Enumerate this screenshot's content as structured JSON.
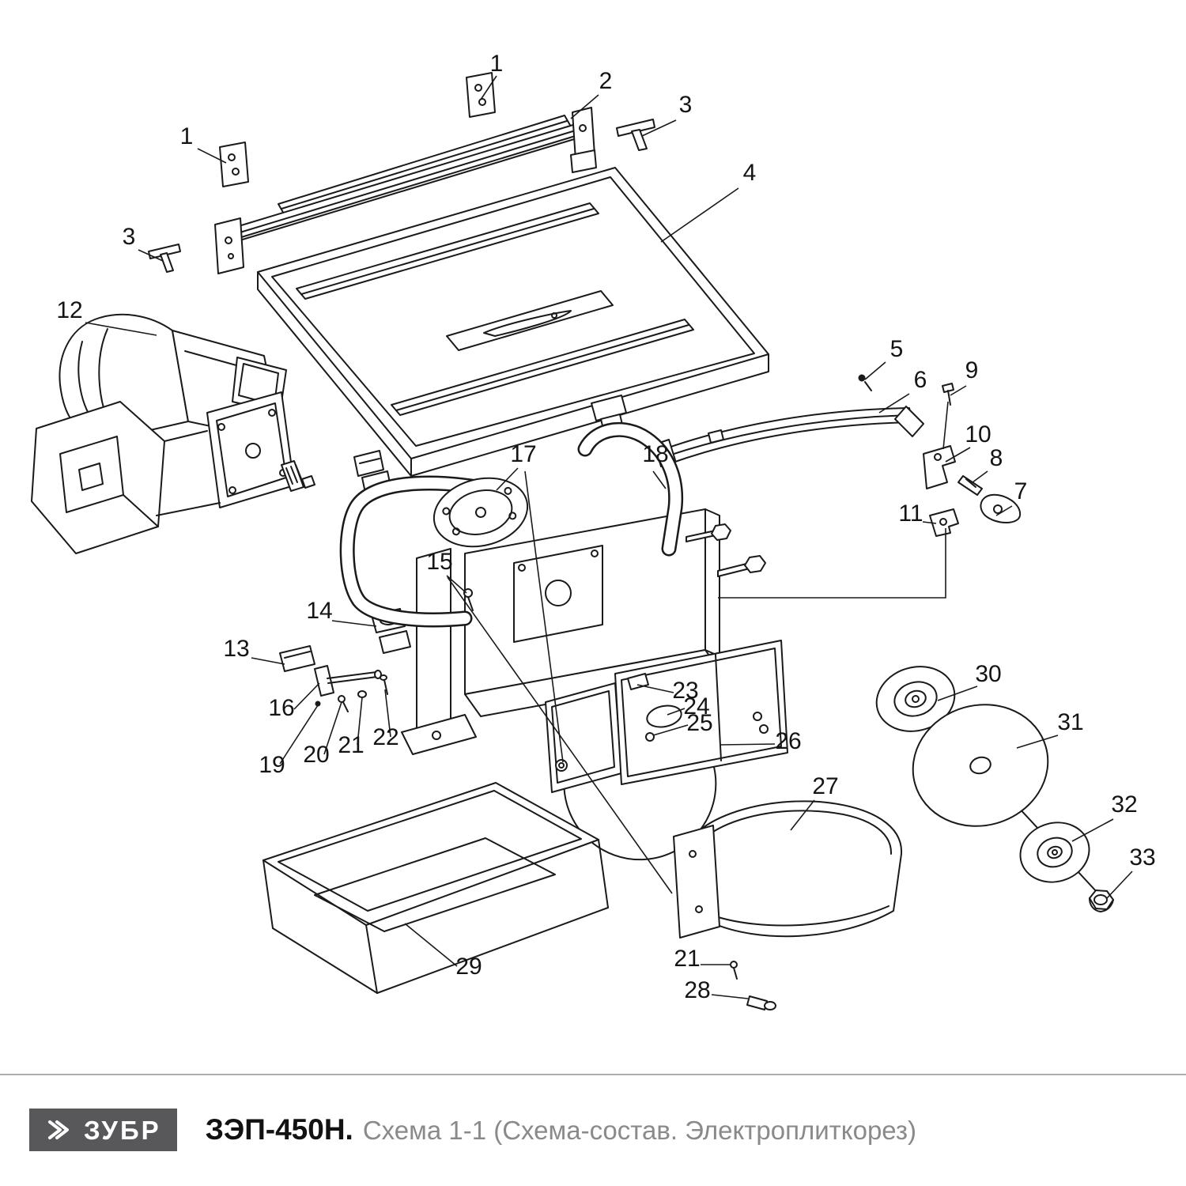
{
  "diagram": {
    "labels": [
      "1",
      "2",
      "3",
      "1",
      "3",
      "4",
      "12",
      "5",
      "6",
      "9",
      "10",
      "8",
      "7",
      "11",
      "17",
      "18",
      "15",
      "14",
      "13",
      "16",
      "19",
      "20",
      "21",
      "22",
      "23",
      "24",
      "25",
      "26",
      "27",
      "30",
      "31",
      "32",
      "33",
      "29",
      "21",
      "28"
    ]
  },
  "footer": {
    "brand": "ЗУБР",
    "model": "ЗЭП-450Н.",
    "subtitle": "Схема 1-1 (Схема-состав. Электроплиткорез)"
  },
  "colors": {
    "line": "#1a1a1a",
    "brand_badge_bg": "#58585b",
    "subtitle_text": "#8a8a8a"
  }
}
